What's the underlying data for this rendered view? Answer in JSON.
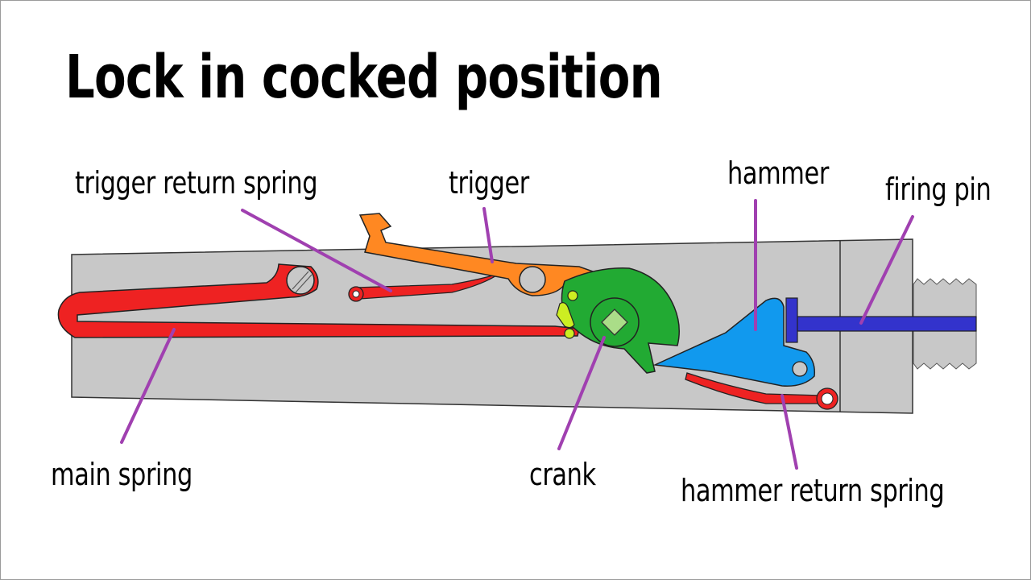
{
  "title": "Lock in cocked position",
  "labels": {
    "trigger_return_spring": "trigger return spring",
    "trigger": "trigger",
    "hammer": "hammer",
    "firing_pin": "firing pin",
    "main_spring": "main spring",
    "crank": "crank",
    "hammer_return_spring": "hammer return spring"
  },
  "colors": {
    "body": "#c8c8c8",
    "main_spring": "#ee2222",
    "trigger": "#ff8822",
    "crank": "#22aa33",
    "crank_tab": "#ccee22",
    "hammer": "#1199ee",
    "firing_pin": "#3333cc",
    "leader": "#a040b0"
  }
}
